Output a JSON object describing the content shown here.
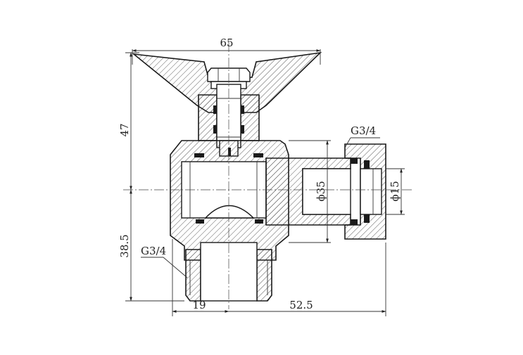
{
  "dimensions": {
    "overall_width": "65",
    "height_upper": "47",
    "height_lower": "38.5",
    "inlet_thread": "G3/4",
    "outlet_thread": "G3/4",
    "body_diameter": "ϕ35",
    "outlet_diameter": "ϕ15",
    "inlet_width": "19",
    "outlet_length": "52.5"
  }
}
